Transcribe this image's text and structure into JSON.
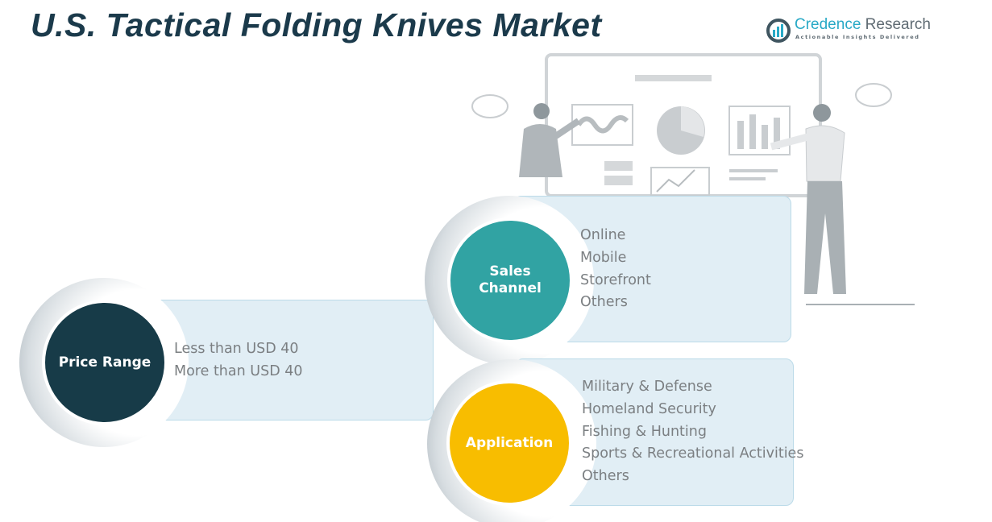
{
  "title": "U.S. Tactical Folding Knives Market",
  "logo": {
    "name_part1": "Credence",
    "name_part2": "Research",
    "tagline": "Actionable Insights Delivered"
  },
  "colors": {
    "price_range": "#173b48",
    "sales_channel": "#31a3a3",
    "application": "#f8bd00",
    "box_bg": "#e1eef5"
  },
  "segments": [
    {
      "label": "Price Range",
      "items": [
        "Less than USD 40",
        "More than USD 40"
      ]
    },
    {
      "label_line1": "Sales",
      "label_line2": "Channel",
      "items": [
        "Online",
        "Mobile",
        "Storefront",
        "Others"
      ]
    },
    {
      "label": "Application",
      "items": [
        "Military & Defense",
        "Homeland Security",
        "Fishing & Hunting",
        "Sports & Recreational Activities",
        "Others"
      ]
    }
  ]
}
